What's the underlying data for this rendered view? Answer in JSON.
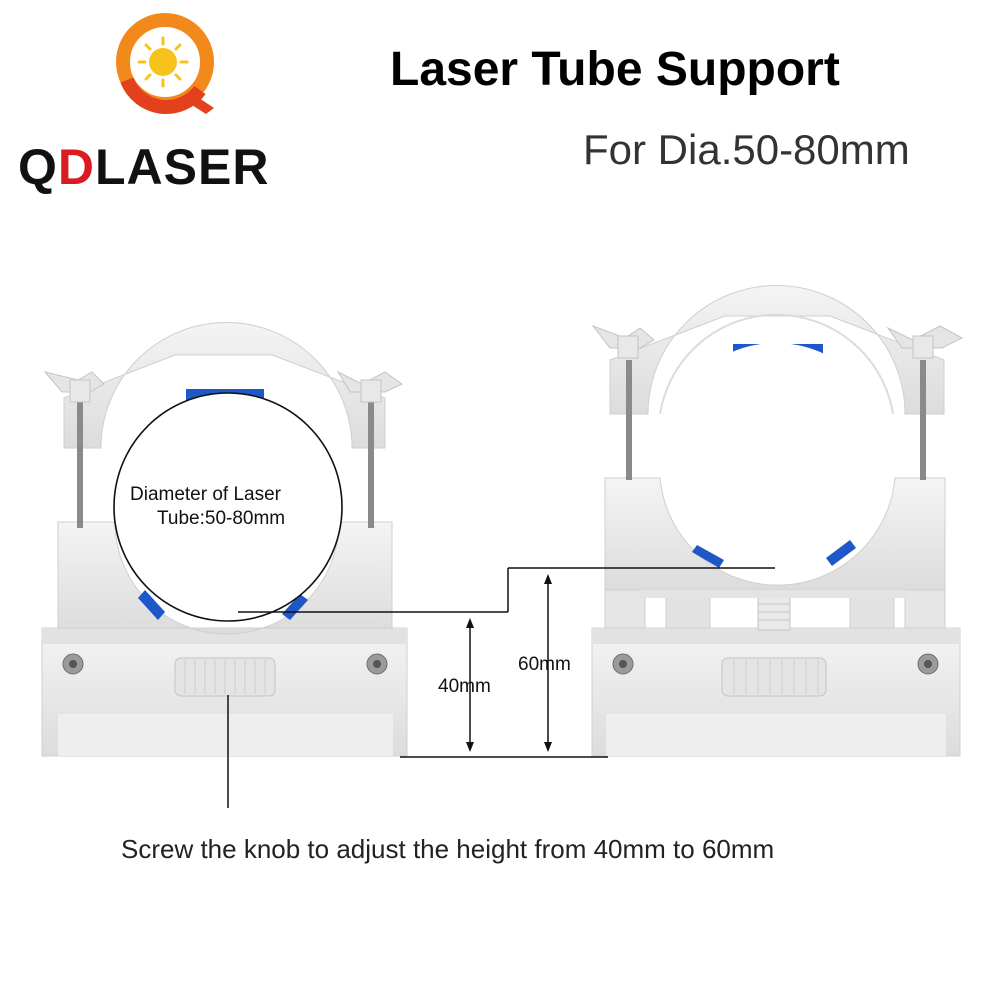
{
  "brand": {
    "name_prefix": "Q",
    "name_accent": "D",
    "name_suffix": "LASER",
    "logo_colors": {
      "ring_orange": "#f28a1b",
      "ring_red": "#e3411d",
      "sun_yellow": "#f7c21b",
      "wordmark": "#111111",
      "accent": "#d81c22"
    }
  },
  "header": {
    "title": "Laser Tube Support",
    "subtitle": "For Dia.50-80mm"
  },
  "product": {
    "diameter_label_line1": "Diameter of Laser",
    "diameter_label_line2": "Tube:50-80mm",
    "low_height_label": "40mm",
    "high_height_label": "60mm",
    "body_color": "#ebebeb",
    "pad_color": "#1e57c8"
  },
  "footer": {
    "caption": "Screw the knob to adjust the height from 40mm to 60mm"
  }
}
